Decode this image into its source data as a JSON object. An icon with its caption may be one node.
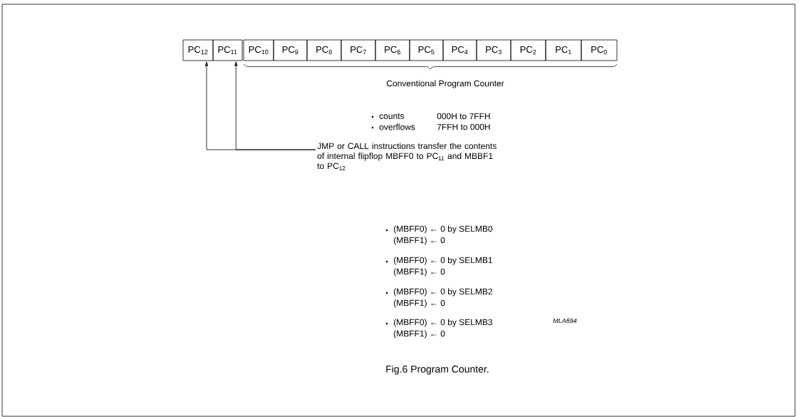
{
  "diagram": {
    "caption": "Fig.6 Program Counter.",
    "nodes": [
      {
        "text": [
          "PC$_{12}$"
        ]
      },
      {
        "text": [
          "PC$_{11}$"
        ]
      },
      {
        "text": [
          "PC$_{10}$"
        ]
      },
      {
        "text": [
          "PC$_{9}$"
        ]
      },
      {
        "text": [
          "PC$_{8}$"
        ]
      },
      {
        "text": [
          "PC$_{7}$"
        ]
      },
      {
        "text": [
          "PC$_{6}$"
        ]
      },
      {
        "text": [
          "PC$_{5}$"
        ]
      },
      {
        "text": [
          "PC$_{4}$"
        ]
      },
      {
        "text": [
          "PC$_{3}$"
        ]
      },
      {
        "text": [
          "PC$_{2}$"
        ]
      },
      {
        "text": [
          "PC$_{1}$"
        ]
      },
      {
        "text": [
          "PC$_{0}$"
        ]
      },
      {
        "text": [
          "JMP or CALL instructions transfer the contents of internal flipflop MBFF0 to PC$_{11}$ and MBBF1 to PC$_{12}$"
        ]
      }
    ],
    "edges": [
      {
        "from": 13,
        "to": 0,
        "arrow": "to"
      },
      {
        "from": 13,
        "to": 1,
        "arrow": "to"
      }
    ],
    "labels": [
      "Conventional Program Counter",
      "counts",
      "000H to 7FFH",
      "overflows",
      "7FFH to 000H",
      "(MBFF0) ← 0 by SELMB0",
      "(MBFF1) ← 0",
      "(MBFF0) ← 0 by SELMB1",
      "(MBFF1) ← 0",
      "(MBFF0) ← 0 by SELMB2",
      "(MBFF1) ← 0",
      "(MBFF0) ← 0 by SELMB3",
      "(MBFF1) ← 0",
      "MLA694"
    ]
  }
}
